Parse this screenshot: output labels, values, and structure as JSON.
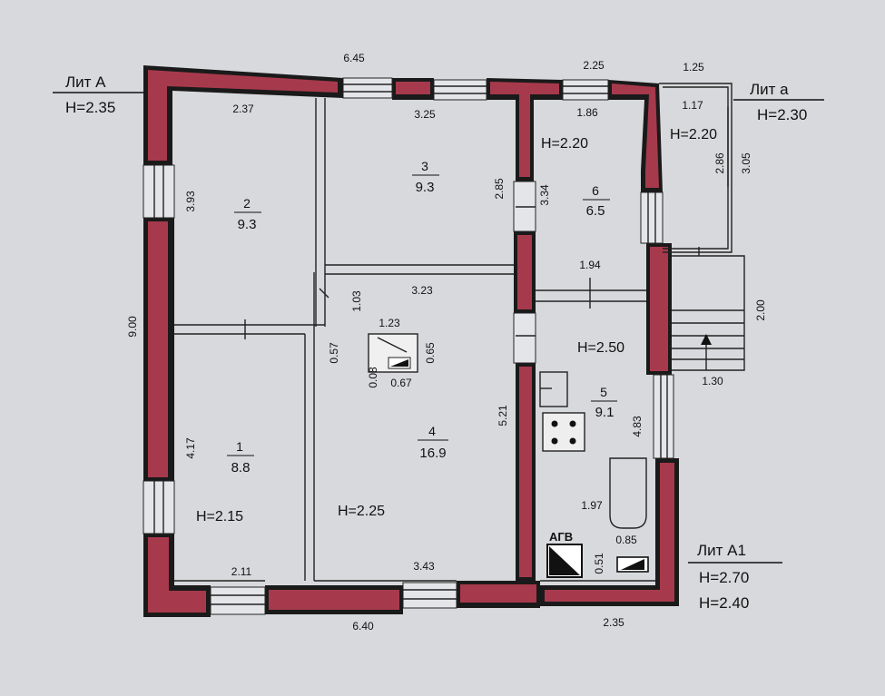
{
  "labels": {
    "lit_a_main": "Лит А",
    "lit_a_main_h": "H=2.35",
    "lit_a_small": "Лит а",
    "lit_a_small_h": "H=2.30",
    "lit_a1": "Лит А1",
    "lit_a1_h1": "H=2.70",
    "lit_a1_h2": "H=2.40",
    "agv": "АГВ"
  },
  "rooms": [
    {
      "number": "1",
      "area": "8.8",
      "height": "H=2.15"
    },
    {
      "number": "2",
      "area": "9.3"
    },
    {
      "number": "3",
      "area": "9.3"
    },
    {
      "number": "4",
      "area": "16.9",
      "height": "H=2.25"
    },
    {
      "number": "5",
      "area": "9.1",
      "height": "H=2.50"
    },
    {
      "number": "6",
      "area": "6.5",
      "height": "H=2.20"
    }
  ],
  "veranda_height": "H=2.20",
  "dimensions": {
    "top_total": "6.45",
    "top_2_25": "2.25",
    "top_1_25": "1.25",
    "r2_width": "2.37",
    "r3_width": "3.25",
    "r6_width": "1.86",
    "veranda_width": "1.17",
    "veranda_h1": "2.86",
    "veranda_h2": "3.05",
    "r2_height": "3.93",
    "left_total": "9.00",
    "r3_height": "2.85",
    "r6_height": "3.34",
    "corridor": "3.23",
    "hall": "1.03",
    "hall_w": "1.94",
    "stairs_h": "2.00",
    "stairs_w": "1.30",
    "stove_w": "1.23",
    "stove_h1": "0.57",
    "stove_h2": "0.65",
    "stove_a": "0.08",
    "stove_b": "0.67",
    "r4_height": "5.21",
    "r5_height": "4.83",
    "r1_height": "4.17",
    "bath": "1.97",
    "agv_w": "0.85",
    "agv_h": "0.51",
    "r1_bottom": "2.11",
    "r4_bottom": "3.43",
    "bottom_total": "6.40",
    "bottom_right": "2.35"
  }
}
